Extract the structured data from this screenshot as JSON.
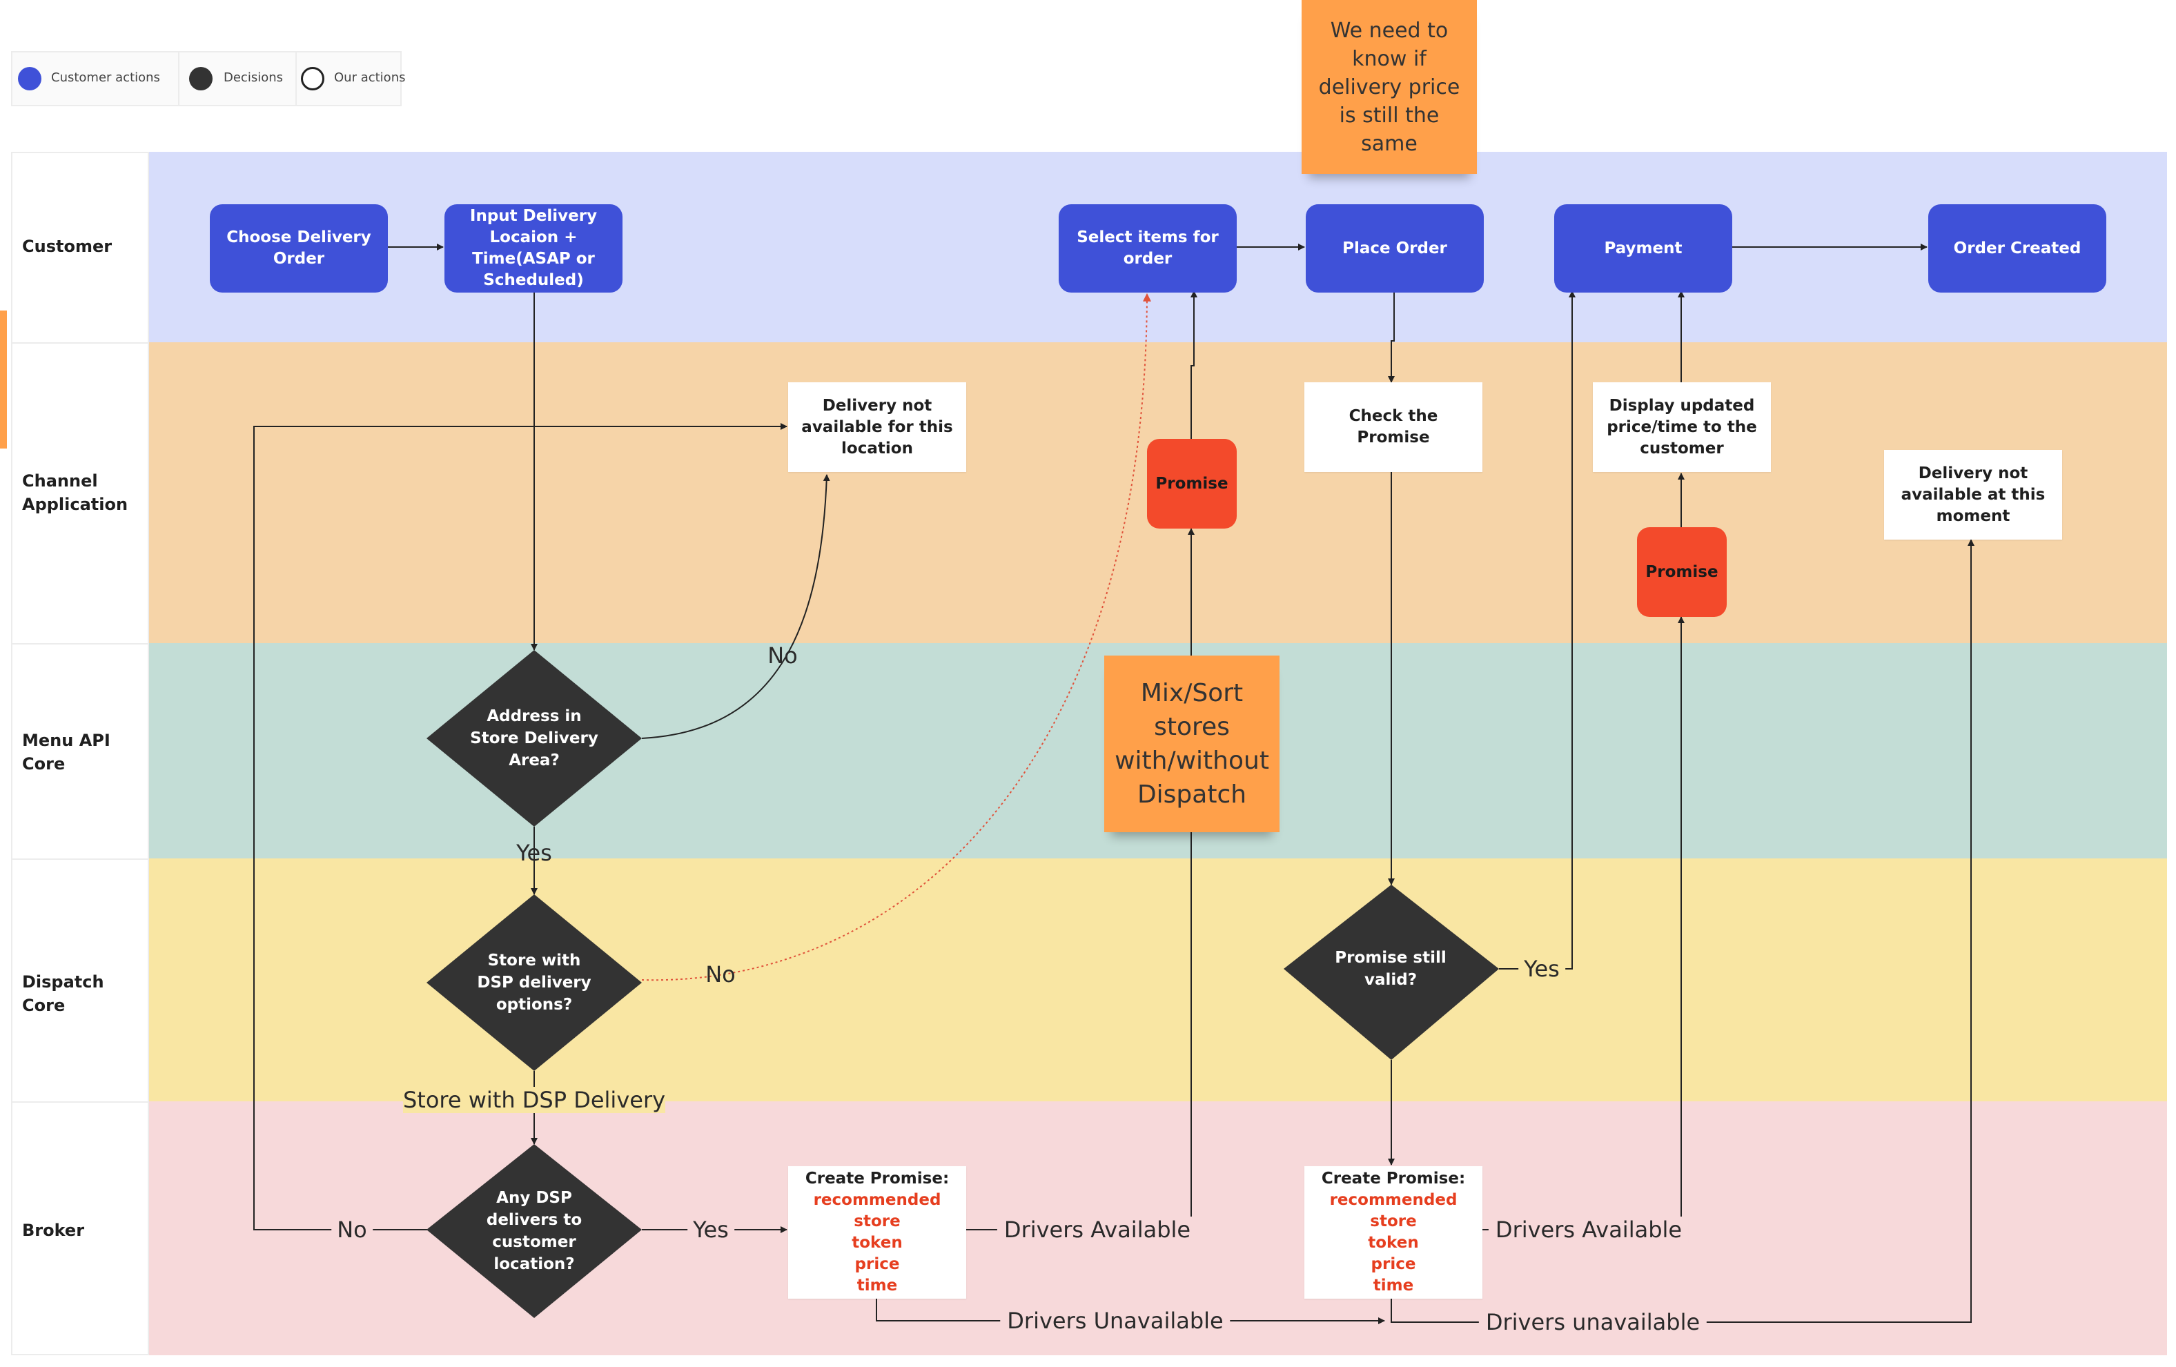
{
  "legend": {
    "items": [
      {
        "label": "Customer actions",
        "color": "#3f51d8",
        "style": "filled"
      },
      {
        "label": "Decisions",
        "color": "#333333",
        "style": "filled"
      },
      {
        "label": "Our actions",
        "color": "#ffffff",
        "style": "outline"
      }
    ]
  },
  "lanes": [
    {
      "label": "Customer",
      "color": "#d7ddfb"
    },
    {
      "label": "Channel Application",
      "color": "#f6d4a8"
    },
    {
      "label": "Menu API Core",
      "color": "#c3ddd6"
    },
    {
      "label": "Dispatch Core",
      "color": "#f9e6a3"
    },
    {
      "label": "Broker",
      "color": "#f7d9da"
    }
  ],
  "nodes": {
    "choose_delivery": "Choose Delivery Order",
    "input_delivery": "Input Delivery Locaion + Time(ASAP or Scheduled)",
    "select_items": "Select items for order",
    "place_order": "Place Order",
    "payment": "Payment",
    "order_created": "Order Created",
    "delivery_not_available_location": "Delivery not available for this location",
    "promise_1": "Promise",
    "check_promise": "Check the Promise",
    "display_updated": "Display updated price/time to the customer",
    "promise_2": "Promise",
    "delivery_not_available_moment": "Delivery not available at this moment",
    "address_in_area": "Address in Store Delivery Area?",
    "store_with_dsp": "Store with DSP delivery options?",
    "promise_still_valid": "Promise still valid?",
    "any_dsp": "Any DSP delivers to customer location?",
    "create_promise_1": {
      "title": "Create Promise:",
      "lines": [
        "recommended store",
        "token",
        "price",
        "time"
      ]
    },
    "create_promise_2": {
      "title": "Create Promise:",
      "lines": [
        "recommended store",
        "token",
        "price",
        "time"
      ]
    }
  },
  "stickies": {
    "delivery_price_note": "We need to know if delivery price is still the same",
    "mix_sort_note": "Mix/Sort stores with/without Dispatch"
  },
  "edge_labels": {
    "no_address": "No",
    "yes_address": "Yes",
    "no_dsp_options": "No",
    "store_with_dsp_delivery": "Store with DSP Delivery",
    "no_any_dsp": "No",
    "yes_any_dsp": "Yes",
    "drivers_available_1": "Drivers Available",
    "drivers_unavailable_1": "Drivers Unavailable",
    "yes_valid": "Yes",
    "drivers_available_2": "Drivers Available",
    "drivers_unavailable_2": "Drivers unavailable"
  },
  "colors": {
    "customer_action": "#3f51d8",
    "decision": "#333333",
    "promise_red": "#f34a2b",
    "promise_text_red": "#e63e1f",
    "sticky": "#ffa04a",
    "dotted_edge": "#e0523a"
  }
}
